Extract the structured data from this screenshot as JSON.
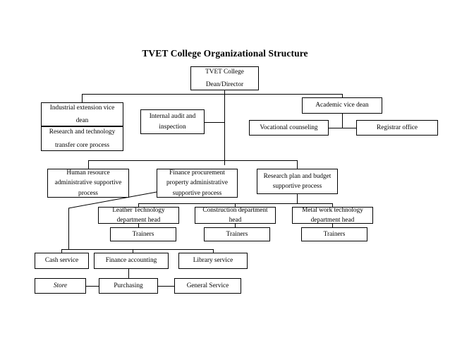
{
  "title": "TVET College Organizational Structure",
  "nodes": {
    "dean": {
      "line1": "TVET College",
      "line2": "Dean/Director"
    },
    "industrial_extension": {
      "line1": "Industrial extension vice",
      "line2": "dean"
    },
    "research_technology": {
      "line1": "Research and technology",
      "line2": "transfer core process"
    },
    "internal_audit": {
      "line1": "Internal audit and",
      "line2": "inspection"
    },
    "academic_vice_dean": {
      "label": "Academic vice dean"
    },
    "vocational_counseling": {
      "label": "Vocational counseling"
    },
    "registrar_office": {
      "label": "Registrar office"
    },
    "human_resource": {
      "line1": "Human resource",
      "line2": "administrative supportive",
      "line3": "process"
    },
    "finance_procurement": {
      "line1": "Finance procurement",
      "line2": "property administrative",
      "line3": "supportive process"
    },
    "research_plan": {
      "line1": "Research plan and budget",
      "line2": "supportive process"
    },
    "leather_technology": {
      "line1": "Leather Technology",
      "line2": "department head"
    },
    "construction_department": {
      "line1": "Construction department",
      "line2": "head"
    },
    "metal_work": {
      "line1": "Metal work technology",
      "line2": "department head"
    },
    "trainers_leather": {
      "label": "Trainers"
    },
    "trainers_construction": {
      "label": "Trainers"
    },
    "trainers_metal": {
      "label": "Trainers"
    },
    "cash_service": {
      "label": "Cash service"
    },
    "finance_accounting": {
      "label": "Finance accounting"
    },
    "library_service": {
      "label": "Library service"
    },
    "store": {
      "label": "Store"
    },
    "purchasing": {
      "label": "Purchasing"
    },
    "general_service": {
      "label": "General Service"
    }
  },
  "colors": {
    "stroke": "#000000",
    "background": "#ffffff",
    "text": "#000000"
  }
}
